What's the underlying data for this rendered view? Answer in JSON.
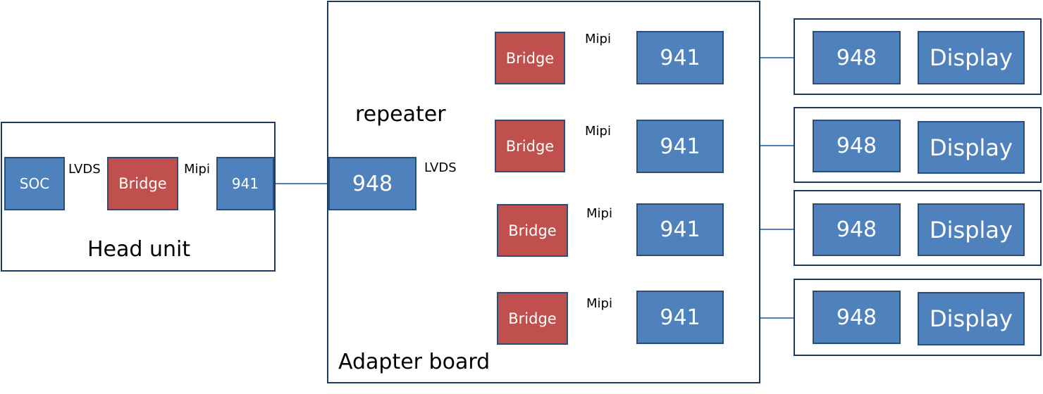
{
  "head_unit": {
    "title": "Head unit",
    "soc": "SOC",
    "bridge": "Bridge",
    "serializer": "941",
    "link_lvds": "LVDS",
    "link_mipi": "Mipi"
  },
  "adapter_board": {
    "title": "Adapter board",
    "repeater_label": "repeater",
    "deserializer": "948",
    "link_lvds": "LVDS",
    "branches": [
      {
        "bridge": "Bridge",
        "link": "Mipi",
        "serializer": "941"
      },
      {
        "bridge": "Bridge",
        "link": "Mipi",
        "serializer": "941"
      },
      {
        "bridge": "Bridge",
        "link": "Mipi",
        "serializer": "941"
      },
      {
        "bridge": "Bridge",
        "link": "Mipi",
        "serializer": "941"
      }
    ]
  },
  "display_units": [
    {
      "deserializer": "948",
      "display": "Display"
    },
    {
      "deserializer": "948",
      "display": "Display"
    },
    {
      "deserializer": "948",
      "display": "Display"
    },
    {
      "deserializer": "948",
      "display": "Display"
    }
  ],
  "colors": {
    "block_blue": "#4f81bd",
    "block_red": "#c0504d",
    "wire": "#4f81bd",
    "frame": "#1f3a5f"
  }
}
